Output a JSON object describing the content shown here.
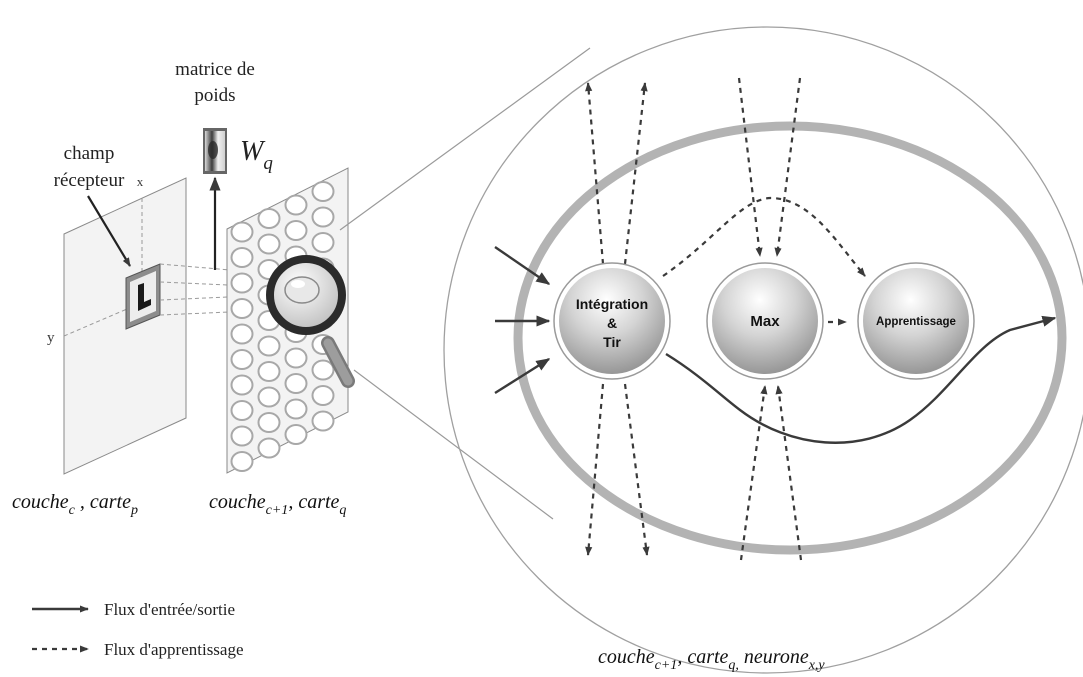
{
  "labels": {
    "weight_matrix_line1": "matrice de",
    "weight_matrix_line2": "poids",
    "weight_symbol": "W",
    "weight_subscript": "q",
    "receptive_field_line1": "champ",
    "receptive_field_line2": "récepteur",
    "axis_x": "x",
    "axis_y": "y"
  },
  "captions": {
    "layer_c": {
      "base": "couche",
      "sub": "c",
      "sep": " , ",
      "base2": "carte",
      "sub2": "p"
    },
    "layer_c1": {
      "base": "couche",
      "sub": "c+1",
      "sep": ", ",
      "base2": "carte",
      "sub2": "q"
    },
    "neuron": {
      "base": "couche",
      "sub": "c+1",
      "sep": ", ",
      "base2": "carte",
      "sub2": "q,",
      "sep2": " ",
      "base3": "neurone",
      "sub3": "x,y"
    }
  },
  "nodes": {
    "integration_line1": "Intégration",
    "integration_line2": "&",
    "integration_line3": "Tir",
    "max": "Max",
    "learning": "Apprentissage"
  },
  "legend": {
    "io_flow": "Flux d'entrée/sortie",
    "learning_flow": "Flux d'apprentissage"
  },
  "colors": {
    "ink": "#3a3a3a",
    "membrane": "#b3b3b3",
    "sheet": "#f3f3f3",
    "node_fill": "#c8c8c8"
  }
}
